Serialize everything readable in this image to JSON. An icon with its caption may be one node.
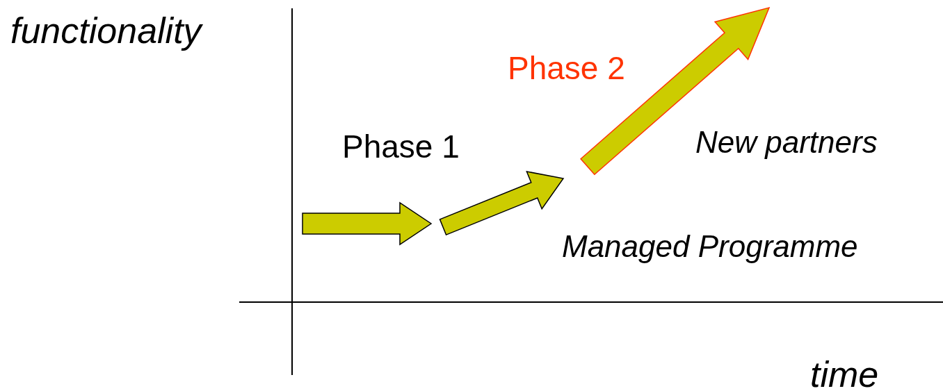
{
  "diagram": {
    "labels": [
      "functionality",
      "Phase 2",
      "Phase 1",
      "New partners",
      "Managed Programme",
      "time"
    ]
  }
}
